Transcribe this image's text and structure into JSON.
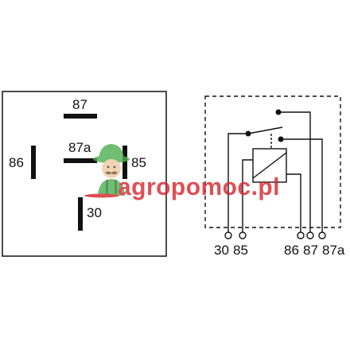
{
  "relay_footprint": {
    "pins": [
      {
        "id": "87",
        "label": "87"
      },
      {
        "id": "87a",
        "label": "87a"
      },
      {
        "id": "86",
        "label": "86"
      },
      {
        "id": "85",
        "label": "85"
      },
      {
        "id": "30",
        "label": "30"
      }
    ]
  },
  "schematic": {
    "terminals": [
      {
        "id": "30",
        "label": "30"
      },
      {
        "id": "85",
        "label": "85"
      },
      {
        "id": "86",
        "label": "86"
      },
      {
        "id": "87",
        "label": "87"
      },
      {
        "id": "87a",
        "label": "87a"
      }
    ]
  },
  "watermark": {
    "text": "agropomoc.pl",
    "colors": {
      "red": "#d9232a",
      "green": "#4caf50",
      "skin": "#f1c9a5",
      "brown": "#7a5230"
    }
  },
  "colors": {
    "line": "#111111",
    "background": "#ffffff"
  }
}
